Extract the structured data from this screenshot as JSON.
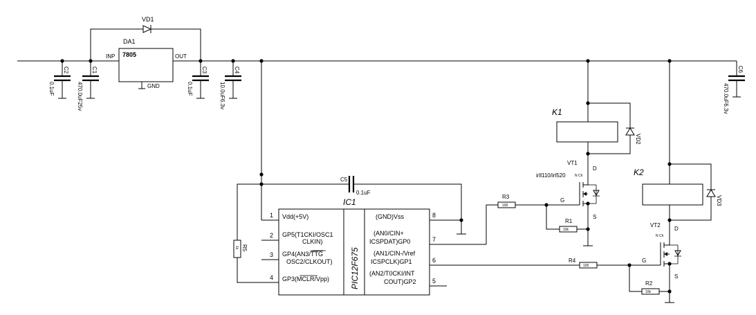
{
  "components": {
    "vd1": "VD1",
    "da1": "DA1",
    "da1_part": "7805",
    "da1_inp": "INP",
    "da1_out": "OUT",
    "da1_gnd": "GND",
    "c1_name": "C1",
    "c1_value": "470.0uF25v",
    "c2_name": "C2",
    "c2_value": "0.1uF",
    "c3_name": "C3",
    "c3_value": "0.1uF",
    "c4_name": "C4",
    "c4_value": "10.0uF6.3v",
    "c5_name": "C5",
    "c5_value": "0.1uF",
    "c6_name": "C6",
    "c6_value": "470.0uF6.3v",
    "k1": "K1",
    "k2": "K2",
    "vd2": "VD2",
    "vd3": "VD3",
    "vt1": "VT1",
    "vt1_part": "irll110/irl520",
    "vt2": "VT2",
    "fet_tiny": "N Ch",
    "drain": "D",
    "gate": "G",
    "source": "S",
    "r1_name": "R1",
    "r1_value": "10k",
    "r2_name": "R2",
    "r2_value": "10k",
    "r3_name": "R3",
    "r3_value": "100",
    "r4_name": "R4",
    "r4_value": "100",
    "r5_name": "R5",
    "r5_value": "1k"
  },
  "ic1": {
    "name": "IC1",
    "part": "PIC12F675",
    "pin1_num": "1",
    "pin1_label": "Vdd(+5V)",
    "pin2_num": "2",
    "pin2_line1": "GP5(T1CKI/OSC1",
    "pin2_line2": "CLKIN)",
    "pin3_num": "3",
    "pin3_line1_a": "GP4(AN3/",
    "pin3_line1_b": "TTG",
    "pin3_line2": "OSC2/CLKOUT)",
    "pin4_num": "4",
    "pin4_a": "GP3(",
    "pin4_b": "MCLR",
    "pin4_c": "/Vpp)",
    "pin8_num": "8",
    "pin8_label": "(GND)Vss",
    "pin7_num": "7",
    "pin7_line1": "(AN0/CIN+",
    "pin7_line2": "ICSPDAT)GP0",
    "pin6_num": "6",
    "pin6_line1": "(AN1/CIN-/Vref",
    "pin6_line2": "ICSPCLK)GP1",
    "pin5_num": "5",
    "pin5_line1": "(AN2/T0CKI/INT",
    "pin5_line2": "COUT)GP2"
  }
}
